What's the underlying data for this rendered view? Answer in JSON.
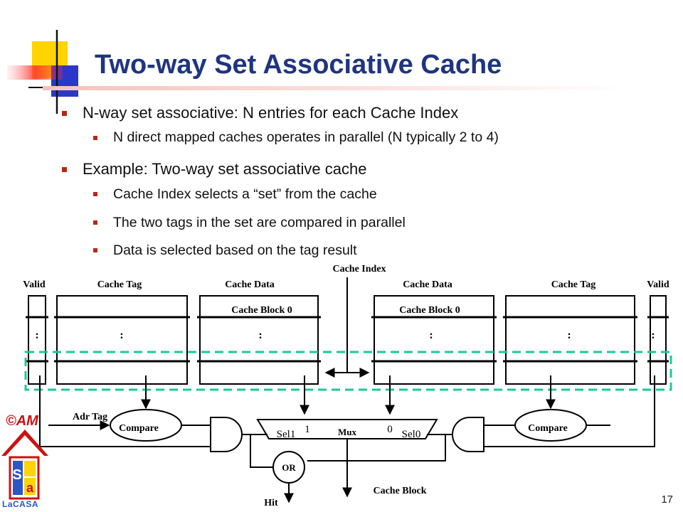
{
  "slide": {
    "title": "Two-way Set Associative Cache",
    "bullets": [
      {
        "level": 1,
        "text": "N-way set associative: N entries for each Cache Index"
      },
      {
        "level": 2,
        "text": "N direct mapped caches operates in parallel (N typically 2 to 4)"
      },
      {
        "level": 1,
        "text": "Example: Two-way set associative cache"
      },
      {
        "level": 2,
        "text": "Cache Index selects a “set” from the cache"
      },
      {
        "level": 2,
        "text": "The two tags in the set are compared in parallel"
      },
      {
        "level": 2,
        "text": "Data is selected based on the tag result"
      }
    ],
    "page_number": "17",
    "copyright": "©AM",
    "logo_text": "LaCASA",
    "logo_letters": "SA"
  },
  "diagram": {
    "cache_index": "Cache Index",
    "valid_left": "Valid",
    "cache_tag_left": "Cache Tag",
    "cache_data_left": "Cache Data",
    "cache_data_right": "Cache Data",
    "cache_tag_right": "Cache Tag",
    "valid_right": "Valid",
    "block0_left": "Cache Block 0",
    "block0_right": "Cache Block 0",
    "dots": ":",
    "adr_tag": "Adr Tag",
    "compare": "Compare",
    "mux": "Mux",
    "sel1": "Sel1",
    "sel0": "Sel0",
    "one": "1",
    "zero": "0",
    "or": "OR",
    "hit": "Hit",
    "cache_block": "Cache Block"
  }
}
